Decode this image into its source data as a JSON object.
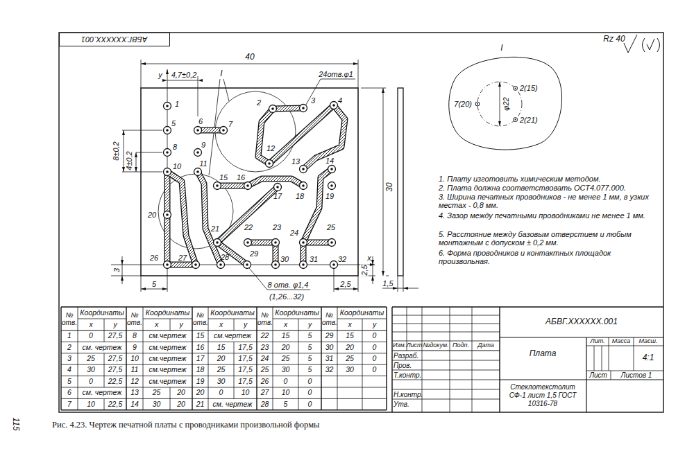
{
  "diagram": {
    "caption": "Рис. 4.23. Чертеж печатной платы с проводниками произвольной формы",
    "nodes": [
      {
        "text": [
          "АБВГ.XXXXXX.001"
        ]
      }
    ],
    "labels": [
      "40",
      "y",
      "4,7±0,2",
      "I",
      "24отв.φ1",
      "1",
      "2",
      "3",
      "4",
      "5",
      "6",
      "7",
      "8",
      "9",
      "10",
      "11",
      "12",
      "13",
      "14",
      "15",
      "16",
      "17",
      "18",
      "19",
      "20",
      "21",
      "22",
      "23",
      "24",
      "25",
      "26",
      "27",
      "28",
      "29",
      "30",
      "31",
      "32",
      "8±0,2",
      "4±0,2",
      "30",
      "3",
      "x",
      "2,5",
      "5",
      "2,5",
      "1,5",
      "8 отв. φ1,4",
      "(1,26...32)",
      "Rz 40",
      "I",
      "2(15)",
      "φ22",
      "7(20)",
      "2(21)",
      "1. Плату изготовить химическим методом.",
      "2. Плата должна соответствовать ОСТ4.077.000.",
      "3. Ширина печатных проводников - не менее 1 мм, в узких местах - 0,8 мм.",
      "4. Зазор между печатными проводниками не менее 1 мм.",
      "5. Расстояние между базовым отверстием и любым монтажным с допуском ± 0,2 мм.",
      "6. Форма проводников и контактных площадок произвольная.",
      "115",
      "№ отв.",
      "Координаты",
      "x",
      "y",
      "1",
      "0",
      "27,5",
      "2",
      "см. чертеж",
      "3",
      "25",
      "27,5",
      "4",
      "30",
      "27,5",
      "5",
      "0",
      "22,5",
      "6",
      "см. чертеж",
      "7",
      "10",
      "22,5",
      "№ отв.",
      "Координаты",
      "x",
      "y",
      "8",
      "см.чертеж",
      "9",
      "см.чертеж",
      "10",
      "см.чертеж",
      "11",
      "см.чертеж",
      "12",
      "см.чертеж",
      "13",
      "25",
      "20",
      "14",
      "30",
      "20",
      "№ отв.",
      "Координаты",
      "x",
      "y",
      "15",
      "см.чертеж",
      "16",
      "15",
      "17,5",
      "17",
      "20",
      "17,5",
      "18",
      "25",
      "17,5",
      "19",
      "30",
      "17,5",
      "20",
      "0",
      "10",
      "21",
      "см. чертеж",
      "№ отв.",
      "Координаты",
      "x",
      "y",
      "22",
      "15",
      "5",
      "23",
      "20",
      "5",
      "24",
      "25",
      "5",
      "25",
      "30",
      "5",
      "26",
      "0",
      "0",
      "27",
      "10",
      "0",
      "28",
      "5",
      "0",
      "№ отв.",
      "Координаты",
      "x",
      "y",
      "29",
      "15",
      "0",
      "30",
      "20",
      "0",
      "31",
      "25",
      "0",
      "32",
      "30",
      "0",
      "АБВГ.XXXXXX.001",
      "Изм.",
      "Лист",
      "№докум.",
      "Подп.",
      "Дата",
      "Разраб.",
      "Пров.",
      "Т.контр.",
      "Н.контр.",
      "Утв.",
      "Плата",
      "Лит.",
      "Масса",
      "Масш.",
      "4:1",
      "Лист",
      "Листов 1",
      "Стеклотекстолит СФ-1 лист 1,5 ГОСТ 10316-78"
    ]
  }
}
